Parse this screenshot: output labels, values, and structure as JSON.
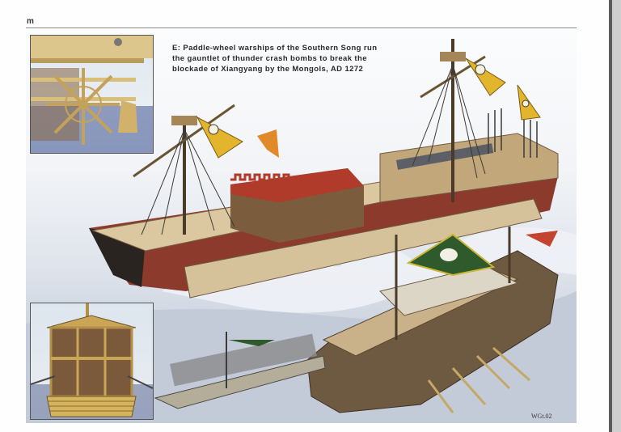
{
  "page": {
    "section_letter": "m",
    "caption": {
      "lines": [
        "E: Paddle-wheel warships of the Southern Song run",
        "the gauntlet of thunder crash bombs to break the",
        "blockade of Xiangyang by the Mongols, AD 1272"
      ]
    },
    "insets": {
      "top_left": "paddle-wheel detail",
      "bottom_left": "hull cross-section"
    },
    "artist_signature": "WGt.02"
  },
  "colors": {
    "sea": "#c9d0dc",
    "hull_red": "#9c3a2a",
    "deck_wood": "#d8c49a",
    "hull_brown": "#6e5a40",
    "flag_yellow": "#e2b52c",
    "flag_green": "#2f5a2c",
    "flag_red": "#c4452f"
  }
}
